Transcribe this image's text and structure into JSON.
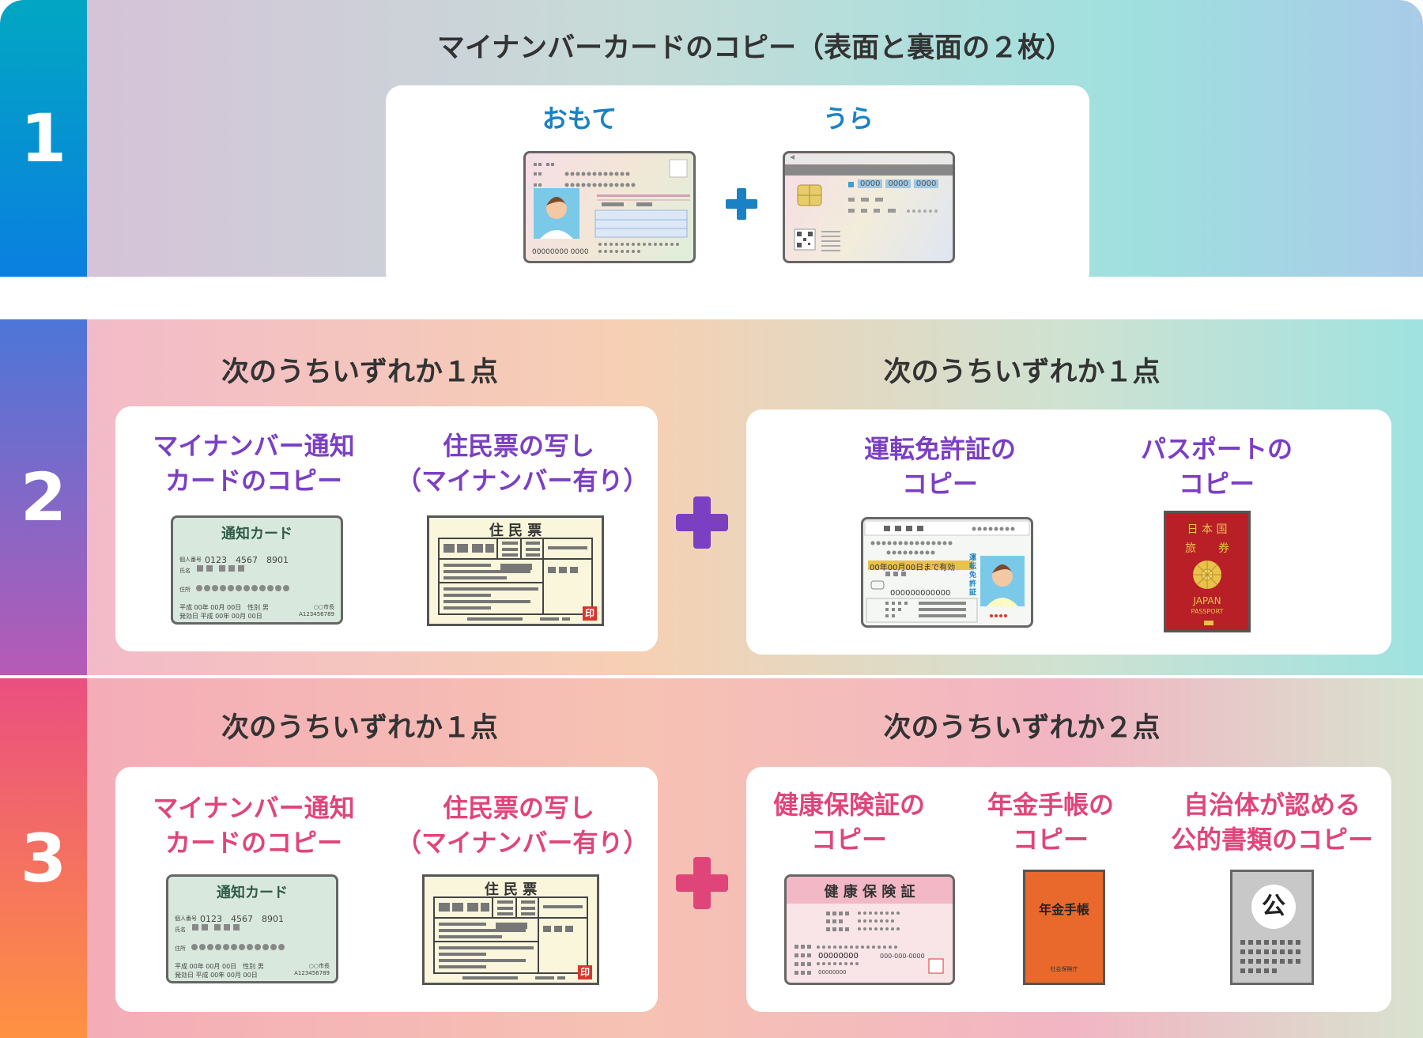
{
  "rows": [
    {
      "number": "1",
      "heading": "マイナンバーカードのコピー（表面と裏面の２枚）",
      "front_label": "おもて",
      "back_label": "うら",
      "front_card": {
        "bottom_text": "00000000  0000"
      },
      "back_card": {
        "number_boxes": [
          "0000",
          "0000",
          "0000"
        ]
      }
    },
    {
      "number": "2",
      "left_heading": "次のうちいずれか１点",
      "right_heading": "次のうちいずれか１点",
      "left_items": [
        {
          "label_line1": "マイナンバー通知",
          "label_line2": "カードのコピー"
        },
        {
          "label_line1": "住民票の写し",
          "label_line2": "（マイナンバー有り）"
        }
      ],
      "right_items": [
        {
          "label_line1": "運転免許証の",
          "label_line2": "コピー"
        },
        {
          "label_line1": "パスポートの",
          "label_line2": "コピー"
        }
      ]
    },
    {
      "number": "3",
      "left_heading": "次のうちいずれか１点",
      "right_heading": "次のうちいずれか２点",
      "left_items": [
        {
          "label_line1": "マイナンバー通知",
          "label_line2": "カードのコピー"
        },
        {
          "label_line1": "住民票の写し",
          "label_line2": "（マイナンバー有り）"
        }
      ],
      "right_items": [
        {
          "label_line1": "健康保険証の",
          "label_line2": "コピー"
        },
        {
          "label_line1": "年金手帳の",
          "label_line2": "コピー"
        },
        {
          "label_line1": "自治体が認める",
          "label_line2": "公的書類のコピー"
        }
      ]
    }
  ],
  "notice_card": {
    "title": "通知カード",
    "number_label": "個人番号",
    "number": "0123　4567　8901",
    "name_label": "氏名",
    "address_label": "住所",
    "date_line1": "平成 00年 00月 00日　性別 男",
    "date_line2": "発効日 平成 00年 00月 00日",
    "city": "○○市長",
    "serial": "A123456789"
  },
  "juminhyo": {
    "title": "住 民 票",
    "stamp": "印"
  },
  "license": {
    "expiry": "00年00月00日まで有効",
    "vertical": "運転免許証",
    "number": "000000000000"
  },
  "passport": {
    "top_line1": "日 本 国",
    "top_line2": "旅　　券",
    "country": "JAPAN",
    "word": "PASSPORT"
  },
  "insurance": {
    "title": "健 康 保 険 証",
    "number": "00000000",
    "sub": "000-000-0000",
    "bottom": "00000000"
  },
  "pension": {
    "title": "年金手帳",
    "issuer": "社会保険庁"
  },
  "public_doc": {
    "symbol": "公"
  },
  "colors": {
    "purple": "#7b3fc4",
    "pink": "#e0457a",
    "blue": "#1a82c4",
    "num1": "#1b8fd6",
    "num2": "#7a5cc7",
    "num3": "#f06a5e"
  }
}
